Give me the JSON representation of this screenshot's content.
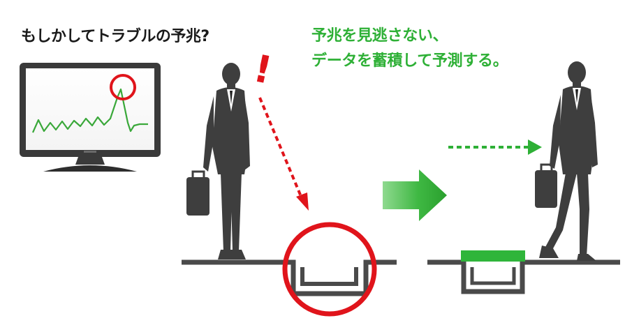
{
  "left_caption": "もしかしてトラブルの予兆?",
  "right_caption": {
    "line1": "予兆を見逃さない、",
    "line2": "データを蓄積して予測する。"
  },
  "alert_mark": "!",
  "colors": {
    "caption_dark": "#1a1a1a",
    "caption_green": "#2eb036",
    "alert_red": "#e0141b",
    "trend_green": "#3aa83a",
    "patch_green": "#2fb53a",
    "figure_gray": "#3e3e3e",
    "ground_gray": "#4a4a4a",
    "monitor_dark": "#3a3a3a"
  },
  "icons": {
    "monitor": "monitor-icon",
    "person_stopped": "businessman-standing-icon",
    "person_walking": "businessman-walking-icon",
    "next_arrow": "right-arrow-icon",
    "warning": "exclamation-icon"
  }
}
